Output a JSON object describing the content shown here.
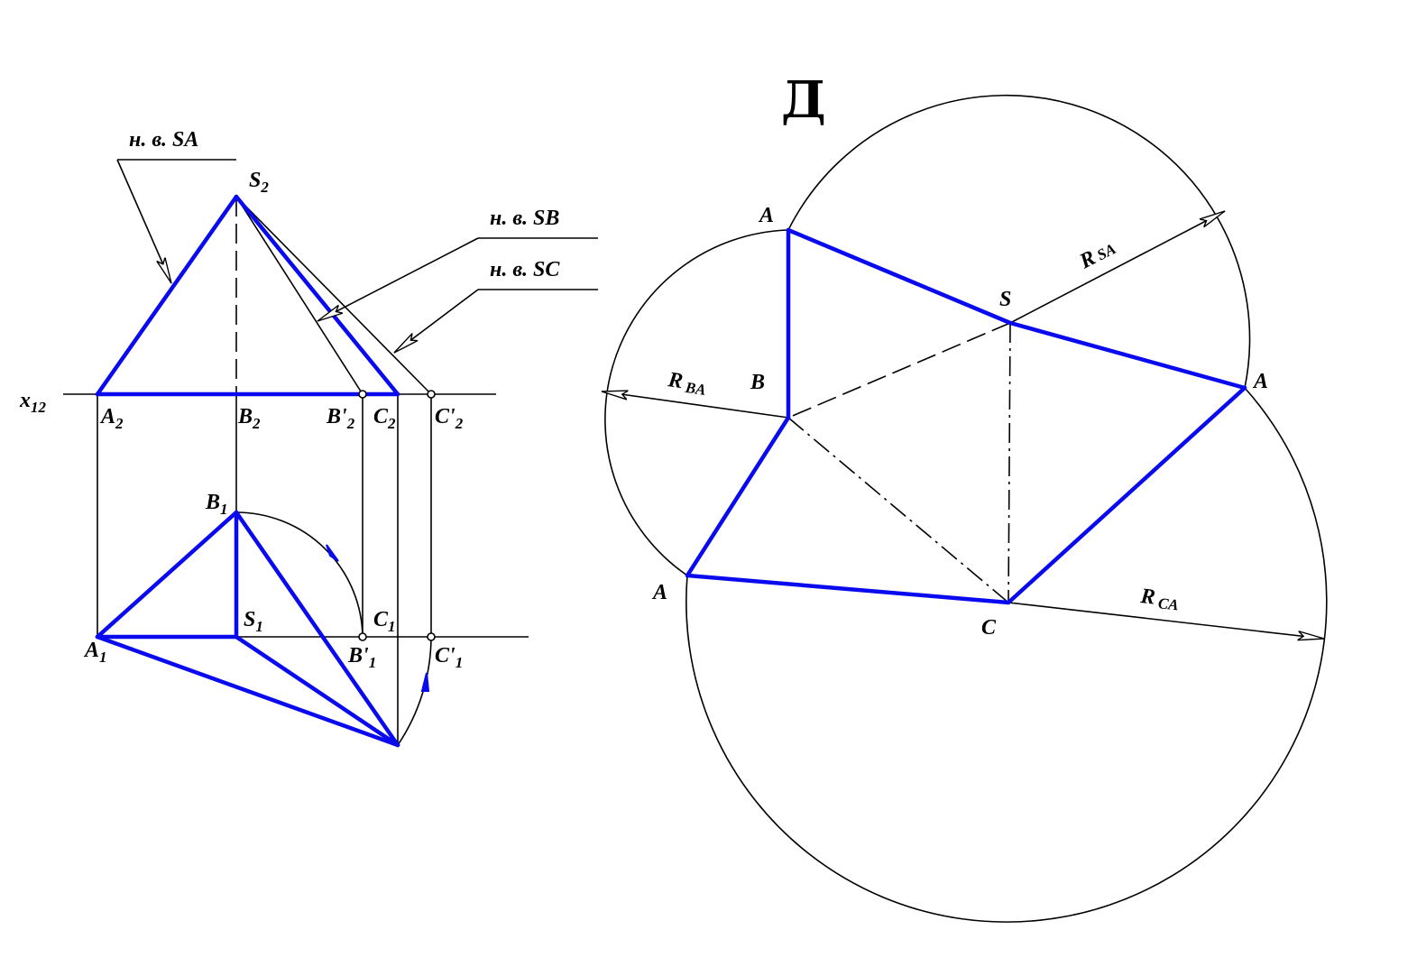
{
  "projection": {
    "axis_label": "x",
    "axis_sub": "12",
    "notes": {
      "sa": "н. в. SA",
      "sb": "н. в. SB",
      "sc": "н. в. SC"
    },
    "points": {
      "s2": {
        "base": "S",
        "sub": "2",
        "prime": ""
      },
      "a2": {
        "base": "A",
        "sub": "2",
        "prime": ""
      },
      "b2": {
        "base": "B",
        "sub": "2",
        "prime": ""
      },
      "b2p": {
        "base": "B",
        "sub": "2",
        "prime": "'"
      },
      "c2": {
        "base": "C",
        "sub": "2",
        "prime": ""
      },
      "c2p": {
        "base": "C",
        "sub": "2",
        "prime": "'"
      },
      "b1": {
        "base": "B",
        "sub": "1",
        "prime": ""
      },
      "s1": {
        "base": "S",
        "sub": "1",
        "prime": ""
      },
      "c1": {
        "base": "C",
        "sub": "1",
        "prime": ""
      },
      "a1": {
        "base": "A",
        "sub": "1",
        "prime": ""
      },
      "b1p": {
        "base": "B",
        "sub": "1",
        "prime": "'"
      },
      "c1p": {
        "base": "C",
        "sub": "1",
        "prime": "'"
      }
    }
  },
  "development": {
    "title": "Д",
    "points": {
      "a_top": "A",
      "a_right": "A",
      "a_left": "A",
      "s": "S",
      "b": "B",
      "c": "C"
    },
    "radii": {
      "sa": {
        "r": "R",
        "sub": "SA"
      },
      "ba": {
        "r": "R",
        "sub": "BA"
      },
      "ca": {
        "r": "R",
        "sub": "CA"
      }
    }
  },
  "colors": {
    "edge": "#0a0aef",
    "construction": "#000000"
  }
}
